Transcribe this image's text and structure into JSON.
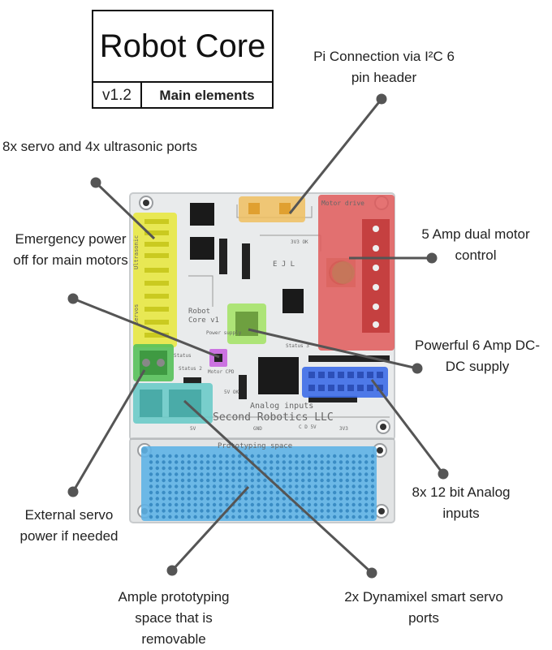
{
  "title": {
    "main": "Robot Core",
    "version": "v1.2",
    "subtitle": "Main elements"
  },
  "board": {
    "silkscreen": {
      "motor_drive": "Motor drive",
      "ultrasonic": "Ultrasonic",
      "servos": "Servos",
      "robot_core": "Robot",
      "robot_core_v": "Core v1",
      "power_supply": "Power supply",
      "status": "Status",
      "status2": "Status 2",
      "status3": "Status 3",
      "motor_cpd": "Motor CPD",
      "analog_inputs": "Analog inputs",
      "company": "Second Robotics LLC",
      "prototyping": "Prototyping space",
      "ejl": "E J L",
      "ok3v3": "3V3 OK",
      "ok5v": "5V OK",
      "pin_5v": "5V",
      "pin_gnd": "GND",
      "pin_cd5v": "C D 5V",
      "pin_3v3": "3V3"
    },
    "colors": {
      "pcb": "#e9ebec",
      "yellow": "#e8e83a",
      "orange": "#f0c060",
      "red": "#e05a5a",
      "green": "#57c15a",
      "light_green": "#a6e36a",
      "purple": "#c866e0",
      "blue": "#3d6de8",
      "cyan": "#6ccbc9",
      "proto_blue": "#5fb2e6"
    }
  },
  "callouts": {
    "pi": "Pi Connection via I²C 6 pin header",
    "servo_ultra": "8x servo and 4x ultrasonic ports",
    "emergency": "Emergency power off for main motors",
    "motor": "5 Amp dual motor control",
    "dcdc": "Powerful 6 Amp DC-DC supply",
    "analog": "8x 12 bit Analog inputs",
    "ext_servo": "External servo power if needed",
    "proto": "Ample prototyping space that is removable",
    "dynamixel": "2x Dynamixel smart servo ports"
  }
}
